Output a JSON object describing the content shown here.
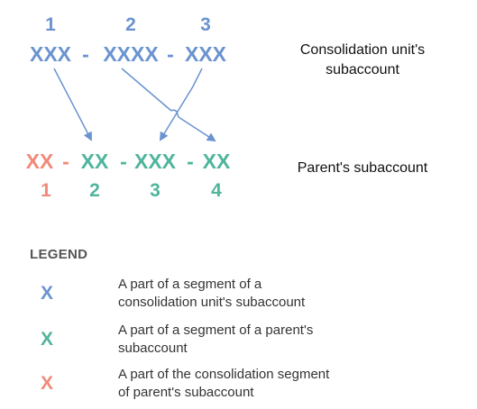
{
  "colors": {
    "blue": "#6a93cf",
    "green": "#4fb59c",
    "salmon": "#f08a7a",
    "arrow": "#6a93cf"
  },
  "top_row": {
    "numbers": [
      "1",
      "2",
      "3"
    ],
    "segments": [
      "XXX",
      "-",
      "XXXX",
      "-",
      "XXX"
    ],
    "label_lines": [
      "Consolidation unit's",
      "subaccount"
    ]
  },
  "bottom_row": {
    "segments": [
      "XX",
      "-",
      "XX",
      "-",
      "XXX",
      "-",
      "XX"
    ],
    "numbers": [
      "1",
      "2",
      "3",
      "4"
    ],
    "label": "Parent's subaccount"
  },
  "legend": {
    "title": "LEGEND",
    "items": [
      {
        "symbol": "X",
        "color": "blue",
        "lines": [
          "A part of a segment of a",
          "consolidation unit's subaccount"
        ]
      },
      {
        "symbol": "X",
        "color": "green",
        "lines": [
          "A part of a segment of a parent's",
          "subaccount"
        ]
      },
      {
        "symbol": "X",
        "color": "salmon",
        "lines": [
          "A part of the consolidation segment",
          "of parent's subaccount"
        ]
      }
    ]
  }
}
